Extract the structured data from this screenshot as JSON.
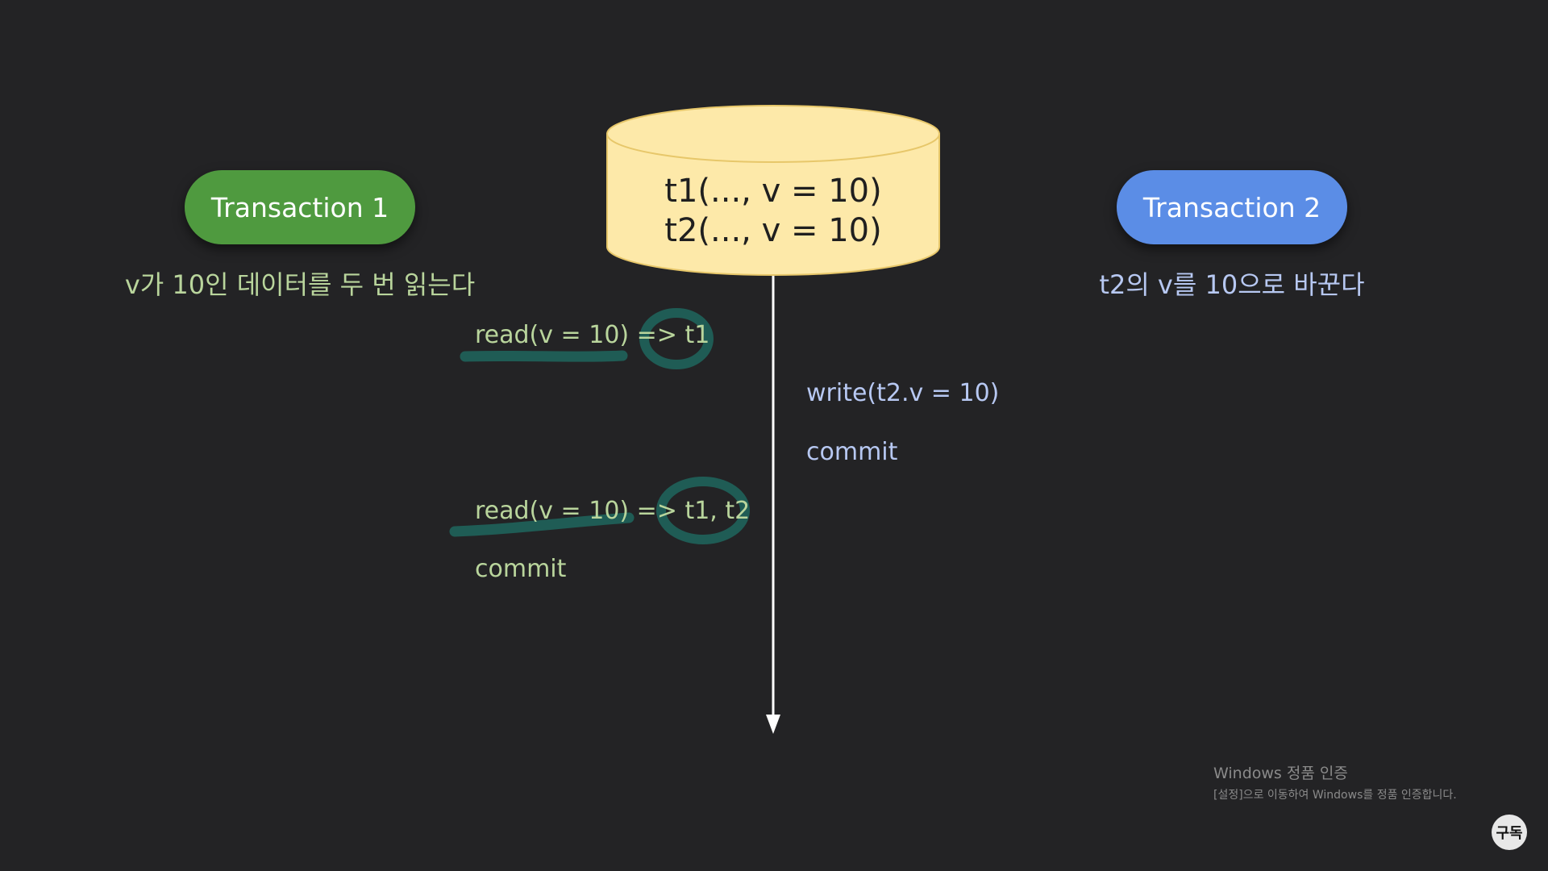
{
  "transaction_1": {
    "label": "Transaction 1",
    "description": "v가 10인 데이터를 두 번 읽는다",
    "color": "#4f9a3f"
  },
  "transaction_2": {
    "label": "Transaction 2",
    "description": "t2의 v를 10으로 바꾼다",
    "color": "#5b8de6"
  },
  "database": {
    "rows": [
      "t1(..., v = 10)",
      "t2(..., v = 10)"
    ],
    "fill": "#fde9a9",
    "stroke": "#e7c76a"
  },
  "timeline_ops": {
    "transaction_1": {
      "read_1": "read(v = 10) => t1",
      "read_2": "read(v = 10) => t1, t2",
      "commit": "commit"
    },
    "transaction_2": {
      "write": "write(t2.v = 10)",
      "commit": "commit"
    }
  },
  "highlight_color": "#1f5c55",
  "watermark": {
    "title": "Windows 정품 인증",
    "subtitle": "[설정]으로 이동하여 Windows를 정품 인증합니다."
  },
  "subscribe_badge": "구독"
}
